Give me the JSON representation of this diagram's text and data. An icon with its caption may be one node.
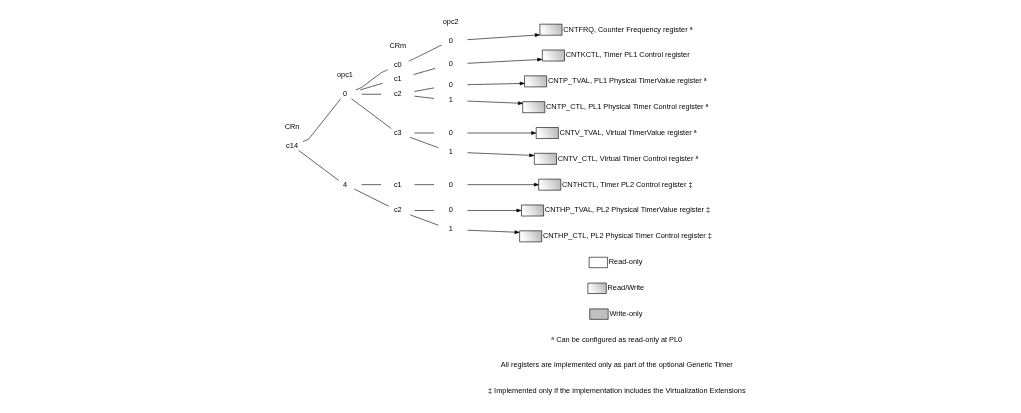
{
  "diagram": {
    "nodes": [
      {
        "text": [
          "c14"
        ]
      },
      {
        "text": [
          "0"
        ]
      },
      {
        "text": [
          "4"
        ]
      },
      {
        "text": [
          "c0"
        ]
      },
      {
        "text": [
          "c1"
        ]
      },
      {
        "text": [
          "c2"
        ]
      },
      {
        "text": [
          "c3"
        ]
      },
      {
        "text": [
          "c1"
        ]
      },
      {
        "text": [
          "c2"
        ]
      },
      {
        "text": [
          "0"
        ]
      },
      {
        "text": [
          "0"
        ]
      },
      {
        "text": [
          "0"
        ]
      },
      {
        "text": [
          "1"
        ]
      },
      {
        "text": [
          "0"
        ]
      },
      {
        "text": [
          "1"
        ]
      },
      {
        "text": [
          "0"
        ]
      },
      {
        "text": [
          "0"
        ]
      },
      {
        "text": [
          "1"
        ]
      },
      {
        "text": [],
        "shape": "box",
        "beside": [
          "CNTFRQ, Counter Frequency register ᵃ"
        ]
      },
      {
        "text": [],
        "shape": "box",
        "beside": [
          "CNTKCTL, Timer PL1 Control register"
        ]
      },
      {
        "text": [],
        "shape": "box",
        "beside": [
          "CNTP_TVAL, PL1 Physical TimerValue register ᵃ"
        ]
      },
      {
        "text": [],
        "shape": "box",
        "beside": [
          "CNTP_CTL, PL1 Physical Timer Control register ᵃ"
        ]
      },
      {
        "text": [],
        "shape": "box",
        "beside": [
          "CNTV_TVAL, Virtual TimerValue register ᵃ"
        ]
      },
      {
        "text": [],
        "shape": "box",
        "beside": [
          "CNTV_CTL, Virtual Timer Control register ᵃ"
        ]
      },
      {
        "text": [],
        "shape": "box",
        "beside": [
          "CNTHCTL, Timer PL2 Control register ‡"
        ]
      },
      {
        "text": [],
        "shape": "box",
        "beside": [
          "CNTHP_TVAL, PL2 Physical TimerValue register ‡"
        ]
      },
      {
        "text": [],
        "shape": "box",
        "beside": [
          "CNTHP_CTL, PL2 Physical Timer Control register ‡"
        ]
      }
    ],
    "edges": [
      {
        "from": 0,
        "to": 1,
        "arrow": "none"
      },
      {
        "from": 0,
        "to": 2,
        "arrow": "none"
      },
      {
        "from": 1,
        "to": 3,
        "arrow": "none"
      },
      {
        "from": 1,
        "to": 4,
        "arrow": "none"
      },
      {
        "from": 1,
        "to": 5,
        "arrow": "none"
      },
      {
        "from": 1,
        "to": 6,
        "arrow": "none"
      },
      {
        "from": 2,
        "to": 7,
        "arrow": "none"
      },
      {
        "from": 2,
        "to": 8,
        "arrow": "none"
      },
      {
        "from": 3,
        "to": 9,
        "arrow": "none"
      },
      {
        "from": 4,
        "to": 10,
        "arrow": "none"
      },
      {
        "from": 5,
        "to": 11,
        "arrow": "none"
      },
      {
        "from": 5,
        "to": 12,
        "arrow": "none"
      },
      {
        "from": 6,
        "to": 13,
        "arrow": "none"
      },
      {
        "from": 6,
        "to": 14,
        "arrow": "none"
      },
      {
        "from": 7,
        "to": 15,
        "arrow": "none"
      },
      {
        "from": 8,
        "to": 16,
        "arrow": "none"
      },
      {
        "from": 8,
        "to": 17,
        "arrow": "none"
      },
      {
        "from": 9,
        "to": 18,
        "arrow": "to"
      },
      {
        "from": 10,
        "to": 19,
        "arrow": "to"
      },
      {
        "from": 11,
        "to": 20,
        "arrow": "to"
      },
      {
        "from": 12,
        "to": 21,
        "arrow": "to"
      },
      {
        "from": 13,
        "to": 22,
        "arrow": "to"
      },
      {
        "from": 14,
        "to": 23,
        "arrow": "to"
      },
      {
        "from": 15,
        "to": 24,
        "arrow": "to"
      },
      {
        "from": 16,
        "to": 25,
        "arrow": "to"
      },
      {
        "from": 17,
        "to": 26,
        "arrow": "to"
      }
    ],
    "labels": [
      "CRn",
      "opc1",
      "CRm",
      "opc2",
      "ᵃ Can be configured as read-only at PL0",
      "All registers are implemented only as part of the optional Generic Timer",
      "‡ Implemented only if the implementation includes the Virtualization Extensions"
    ],
    "legend": [
      {
        "text": "Read-only",
        "color": "#ffffff"
      },
      {
        "text": "Read/Write"
      },
      {
        "text": "Write-only",
        "color": "#c0c0c0"
      }
    ]
  }
}
